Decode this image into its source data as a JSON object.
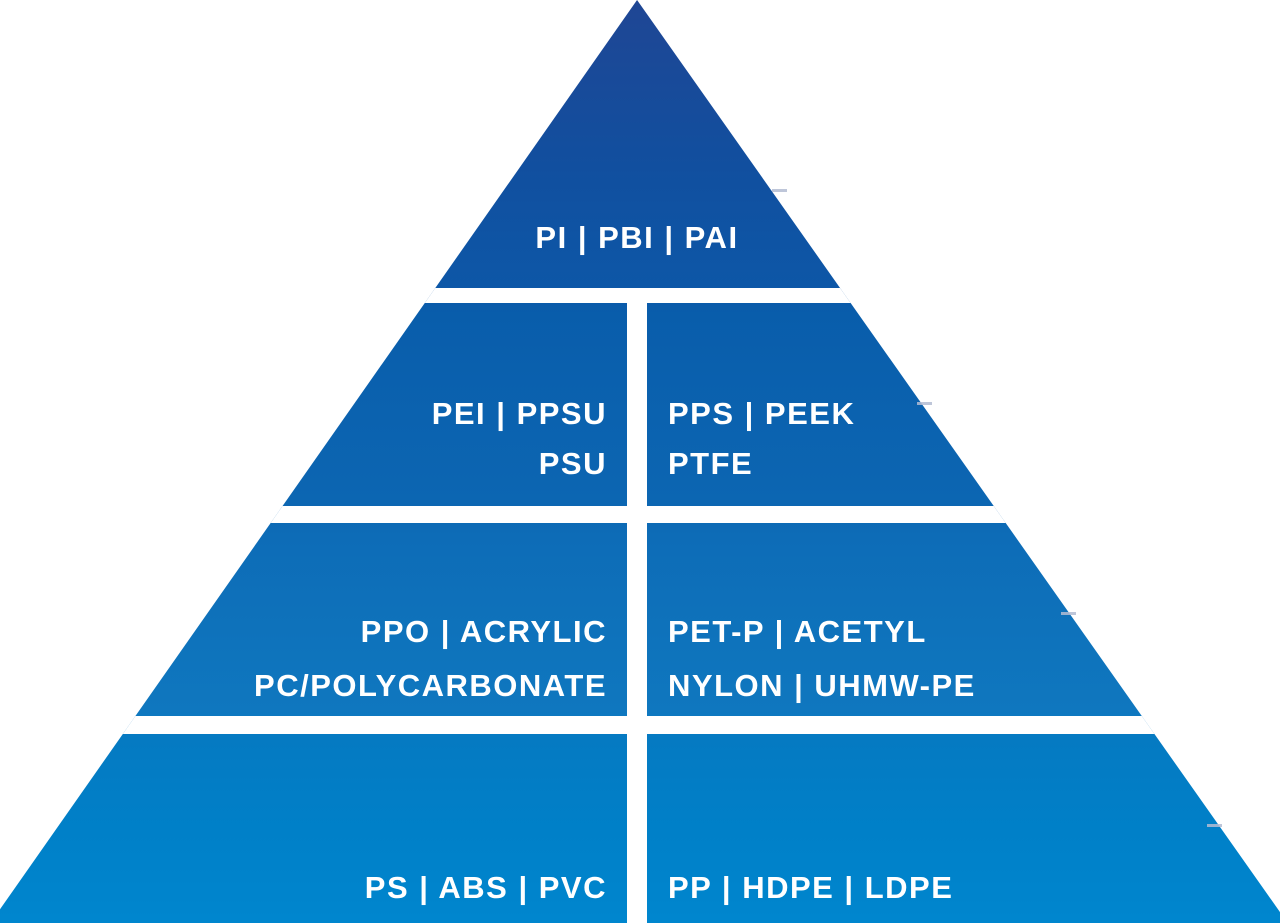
{
  "diagram": {
    "type": "pyramid",
    "levels": 4
  },
  "tiers": [
    {
      "level": 1,
      "cells": [
        {
          "side": "center",
          "lines": [
            "PI | PBI | PAI"
          ]
        }
      ]
    },
    {
      "level": 2,
      "cells": [
        {
          "side": "left",
          "lines": [
            "PEI | PPSU",
            "PSU"
          ]
        },
        {
          "side": "right",
          "lines": [
            "PPS | PEEK",
            "PTFE"
          ]
        }
      ]
    },
    {
      "level": 3,
      "cells": [
        {
          "side": "left",
          "lines": [
            "PPO | ACRYLIC",
            "PC/POLYCARBONATE"
          ]
        },
        {
          "side": "right",
          "lines": [
            "PET-P | ACETYL",
            "NYLON | UHMW-PE"
          ]
        }
      ]
    },
    {
      "level": 4,
      "cells": [
        {
          "side": "left",
          "lines": [
            "PS | ABS | PVC"
          ]
        },
        {
          "side": "right",
          "lines": [
            "PP | HDPE | LDPE"
          ]
        }
      ]
    }
  ],
  "colors": {
    "gradient_top": "#1f4694",
    "tier2_fill": "#0a5eac",
    "tier3_fill": "#0d6bb6",
    "gradient_bottom": "#0086ce",
    "label_text": "#ffffff",
    "divider": "#ffffff",
    "background": "#ffffff",
    "edge_tick": "#b3bcd2"
  }
}
